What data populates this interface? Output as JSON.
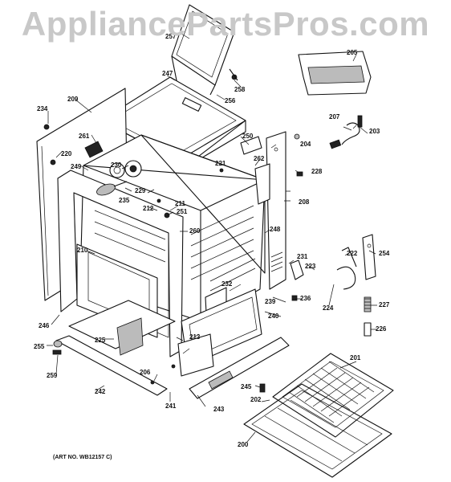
{
  "watermark": "AppliancePartsPros.com",
  "art_number": "(ART NO. WB12157 C)",
  "callouts": {
    "c200": "200",
    "c201": "201",
    "c202": "202",
    "c203": "203",
    "c204": "204",
    "c205": "205",
    "c206": "206",
    "c207": "207",
    "c208": "208",
    "c209": "209",
    "c210": "210",
    "c211": "211",
    "c212": "212",
    "c213": "213",
    "c220": "220",
    "c221": "221",
    "c222": "222",
    "c223": "223",
    "c224": "224",
    "c225": "225",
    "c226": "226",
    "c227": "227",
    "c228": "228",
    "c229": "229",
    "c230": "230",
    "c231": "231",
    "c232": "232",
    "c234": "234",
    "c235": "235",
    "c236": "236",
    "c239": "239",
    "c240": "240",
    "c241": "241",
    "c242": "242",
    "c243": "243",
    "c245": "245",
    "c246": "246",
    "c247": "247",
    "c248": "248",
    "c249": "249",
    "c250": "250",
    "c251": "251",
    "c254": "254",
    "c255": "255",
    "c256": "256",
    "c257": "257",
    "c258": "258",
    "c259": "259",
    "c260": "260",
    "c261": "261",
    "c262": "262"
  }
}
